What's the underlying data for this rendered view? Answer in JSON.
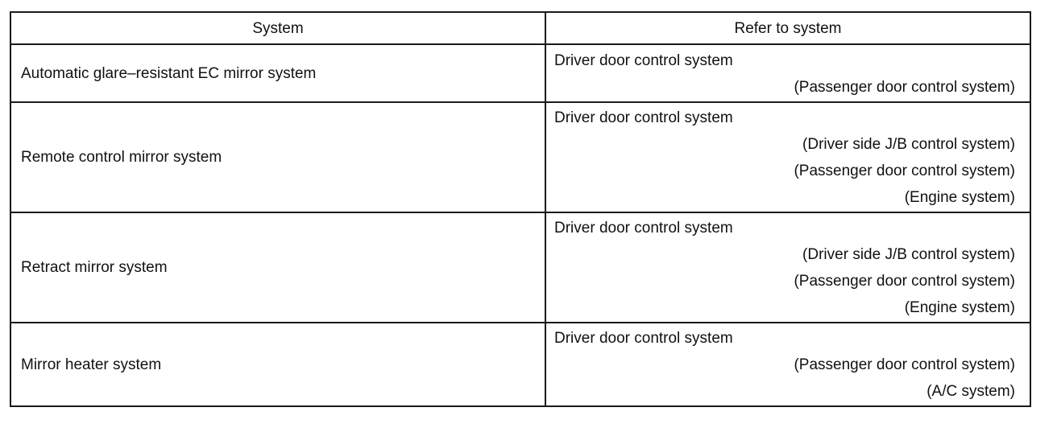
{
  "table": {
    "headers": {
      "system": "System",
      "refer": "Refer to system"
    },
    "rows": [
      {
        "system": "Automatic glare–resistant EC mirror system",
        "primary": "Driver door control system",
        "secondary": [
          "(Passenger door control system)"
        ]
      },
      {
        "system": "Remote control mirror system",
        "primary": "Driver door control system",
        "secondary": [
          "(Driver side J/B control system)",
          "(Passenger door control system)",
          "(Engine system)"
        ]
      },
      {
        "system": "Retract mirror system",
        "primary": "Driver door control system",
        "secondary": [
          "(Driver side J/B control system)",
          "(Passenger door control system)",
          "(Engine system)"
        ]
      },
      {
        "system": "Mirror heater system",
        "primary": "Driver door control system",
        "secondary": [
          "(Passenger door control system)",
          "(A/C system)"
        ]
      }
    ]
  }
}
